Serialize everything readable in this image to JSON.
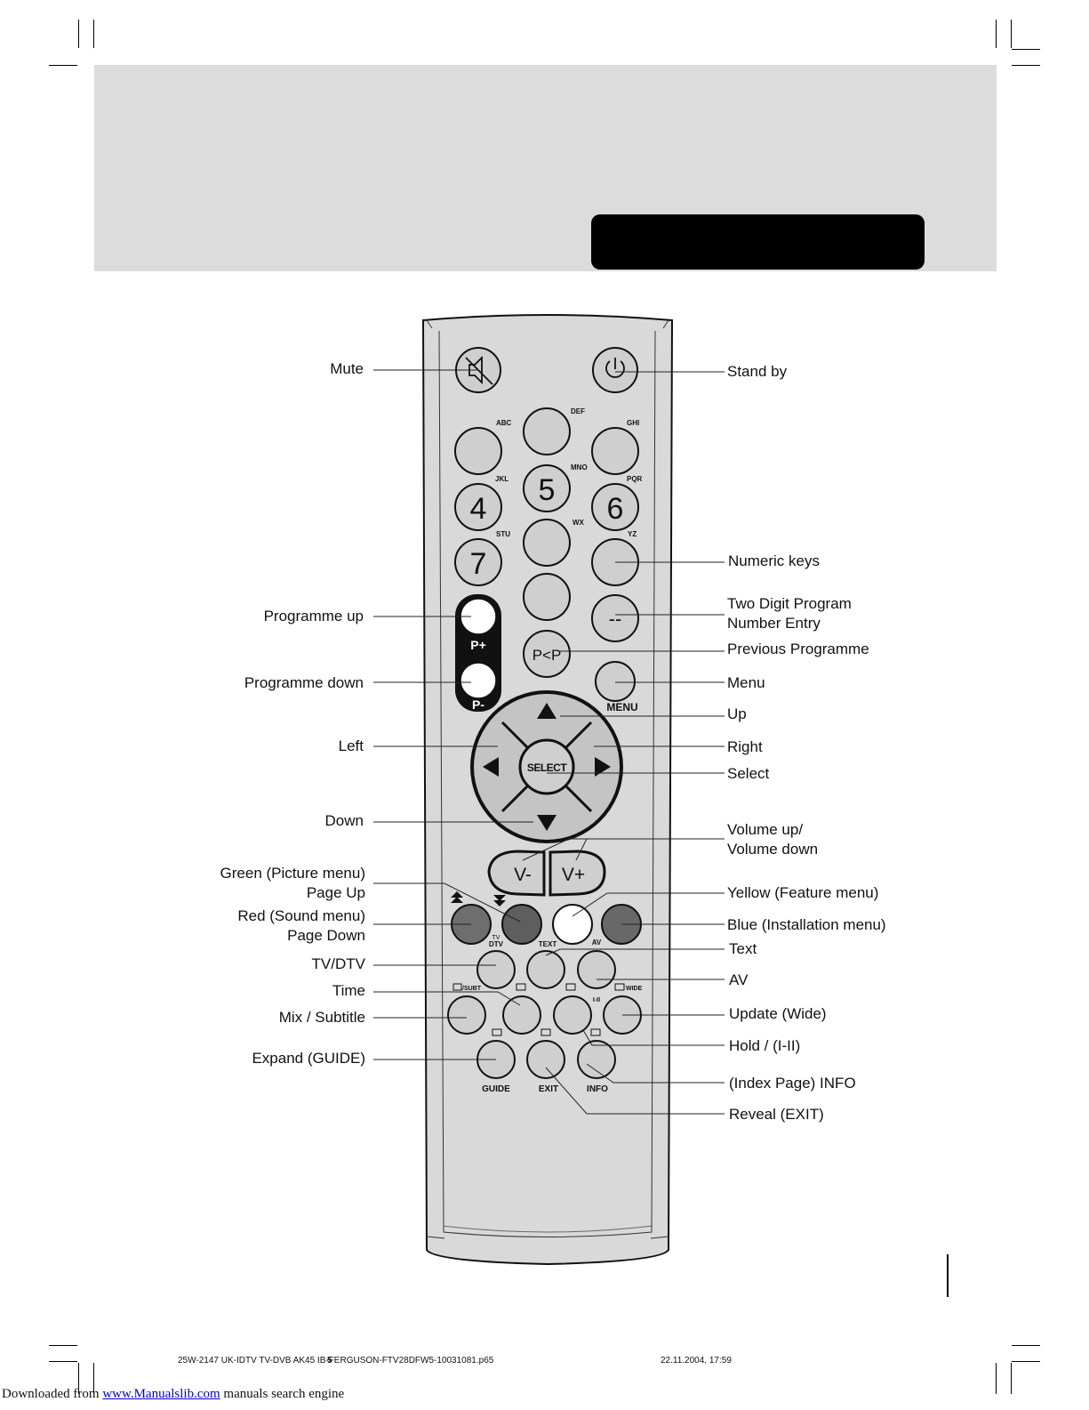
{
  "footer": {
    "file_info": "25W-2147 UK-IDTV TV-DVB AK45 IB-FERGUSON-FTV28DFW5-10031081.p65",
    "page_number": "5",
    "date_time": "22.11.2004, 17:59"
  },
  "watermark": {
    "prefix": "Downloaded from",
    "link": "www.Manualslib.com",
    "suffix": "manuals search engine"
  },
  "remote": {
    "digit_keys": {
      "four": "4",
      "five": "5",
      "six": "6",
      "seven": "7"
    },
    "letter_keys": {
      "abc": "ABC",
      "def": "DEF",
      "ghi": "GHI",
      "jkl": "JKL",
      "mno": "MNO",
      "pqr": "PQR",
      "stu": "STU",
      "wx": "WX",
      "yz": "YZ"
    },
    "dash_key": "--",
    "pp_key": "P<P",
    "p_plus": "P+",
    "p_minus": "P-",
    "menu": "MENU",
    "select": "SELECT",
    "v_minus": "V-",
    "v_plus": "V+",
    "tv": "TV",
    "dtv": "DTV",
    "text": "TEXT",
    "av": "AV",
    "subt": "/SUBT",
    "wide": "WIDE",
    "i_ii": "I-II",
    "guide": "GUIDE",
    "exit": "EXIT",
    "info": "INFO"
  },
  "labels_left": {
    "mute": "Mute",
    "programme_up": "Programme up",
    "programme_down": "Programme down",
    "left": "Left",
    "down": "Down",
    "green_1": "Green (Picture menu)",
    "green_2": "Page Up",
    "red_1": "Red (Sound menu)",
    "red_2": "Page Down",
    "tvdtv": "TV/DTV",
    "time": "Time",
    "mix_subtitle": "Mix / Subtitle",
    "expand": "Expand (GUIDE)"
  },
  "labels_right": {
    "standby": "Stand by",
    "numeric": "Numeric keys",
    "two_digit_1": "Two Digit Program",
    "two_digit_2": "Number Entry",
    "previous": "Previous Programme",
    "menu": "Menu",
    "up": "Up",
    "right": "Right",
    "select": "Select",
    "volume_1": "Volume up/",
    "volume_2": "Volume down",
    "yellow": "Yellow (Feature menu)",
    "blue": "Blue (Installation menu)",
    "text": "Text",
    "av": "AV",
    "update": "Update (Wide)",
    "hold": "Hold / (I-II)",
    "index": "(Index Page) INFO",
    "reveal": "Reveal (EXIT)"
  },
  "colors": {
    "header_band": "#dcdcdc",
    "remote_body": "#d9d9d9",
    "button": "#cfcfcf",
    "red_key": "#6e6e6e",
    "green_key": "#5e5e5e",
    "yellow_key": "#ffffff",
    "blue_key": "#686868"
  }
}
